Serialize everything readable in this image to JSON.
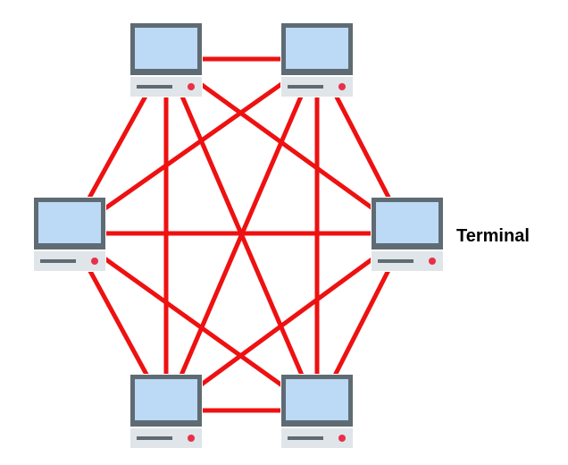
{
  "diagram": {
    "type": "full-mesh-topology",
    "label": "Terminal",
    "node_icon": "computer-terminal-icon",
    "node_count": 6,
    "nodes": [
      {
        "id": "n1",
        "name": "top-left"
      },
      {
        "id": "n2",
        "name": "top-right"
      },
      {
        "id": "n3",
        "name": "middle-left"
      },
      {
        "id": "n4",
        "name": "middle-right"
      },
      {
        "id": "n5",
        "name": "bottom-left"
      },
      {
        "id": "n6",
        "name": "bottom-right"
      }
    ],
    "links": [
      [
        "n1",
        "n2"
      ],
      [
        "n1",
        "n3"
      ],
      [
        "n1",
        "n4"
      ],
      [
        "n1",
        "n5"
      ],
      [
        "n1",
        "n6"
      ],
      [
        "n2",
        "n3"
      ],
      [
        "n2",
        "n4"
      ],
      [
        "n2",
        "n5"
      ],
      [
        "n2",
        "n6"
      ],
      [
        "n3",
        "n4"
      ],
      [
        "n3",
        "n5"
      ],
      [
        "n3",
        "n6"
      ],
      [
        "n4",
        "n5"
      ],
      [
        "n4",
        "n6"
      ],
      [
        "n5",
        "n6"
      ]
    ],
    "colors": {
      "link": "#ee1111",
      "monitor_frame": "#5f6b73",
      "screen": "#bcd9f5",
      "base": "#dfe5e8",
      "base_slot": "#5f6b73",
      "power_led": "#e8304a",
      "label": "#000000"
    }
  }
}
